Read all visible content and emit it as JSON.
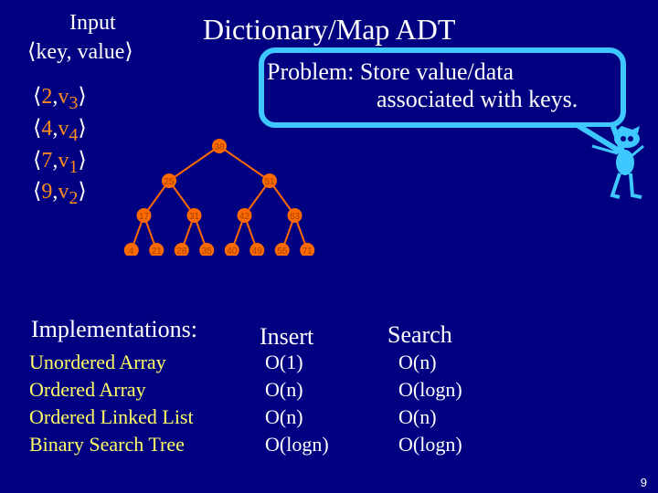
{
  "slide": {
    "input_label": "Input",
    "input_format": "⟨key, value⟩",
    "title": "Dictionary/Map ADT",
    "pairs": [
      {
        "key": "2",
        "val": "v",
        "sub": "3"
      },
      {
        "key": "4",
        "val": "v",
        "sub": "4"
      },
      {
        "key": "7",
        "val": "v",
        "sub": "1"
      },
      {
        "key": "9",
        "val": "v",
        "sub": "2"
      }
    ],
    "problem_line1": "Problem: Store value/data",
    "problem_line2": "associated with keys.",
    "tree": {
      "root": "38",
      "level1": [
        "25",
        "51"
      ],
      "level2": [
        "17",
        "31",
        "42",
        "63"
      ],
      "level3": [
        "4",
        "21",
        "28",
        "35",
        "40",
        "49",
        "55",
        "71"
      ]
    },
    "implementations_header": "Implementations:",
    "insert_header": "Insert",
    "search_header": "Search",
    "implementations": [
      "Unordered Array",
      "Ordered Array",
      "Ordered Linked List",
      "Binary Search Tree"
    ],
    "insert": [
      "O(1)",
      "O(n)",
      "O(n)",
      "O(logn)"
    ],
    "search": [
      "O(n)",
      "O(logn)",
      "O(n)",
      "O(logn)"
    ],
    "page_number": "9",
    "colors": {
      "background": "#000080",
      "tree_nodes": "#ff6a00",
      "bubble_border": "#3ec8ff",
      "list_text": "#ffff66"
    }
  }
}
